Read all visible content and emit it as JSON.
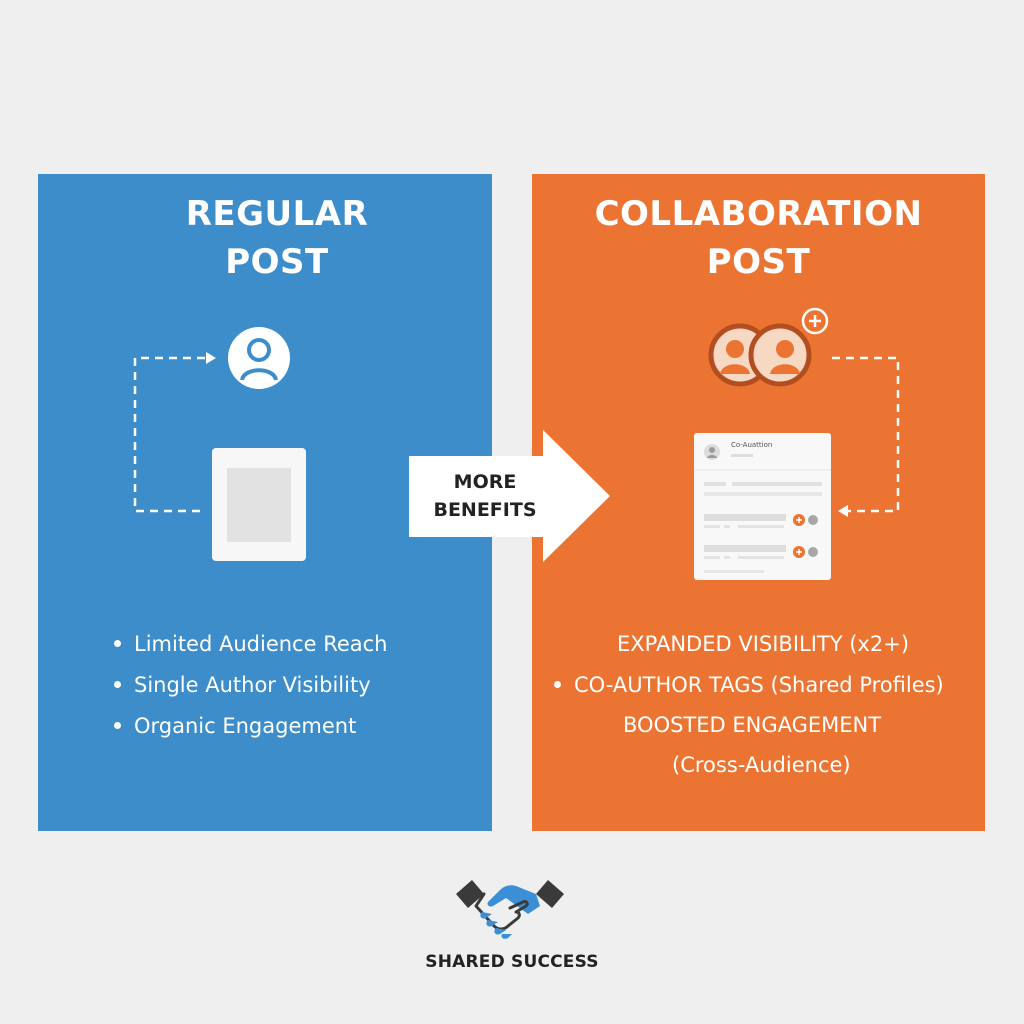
{
  "regular": {
    "title_line1": "REGULAR",
    "title_line2": "POST",
    "bullets": [
      "Limited Audience Reach",
      "Single Author Visibility",
      "Organic Engagement"
    ]
  },
  "collab": {
    "title_line1": "COLLABORATION",
    "title_line2": "POST",
    "card_title": "Co-Auattion",
    "benefits": [
      "EXPANDED VISIBILITY (x2+)",
      "CO-AUTHOR TAGS (Shared Profiles)",
      "BOOSTED ENGAGEMENT",
      "(Cross-Audience)"
    ]
  },
  "arrow": {
    "line1": "MORE",
    "line2": "BENEFITS"
  },
  "footer": {
    "label": "SHARED SUCCESS",
    "icon": "handshake-icon"
  },
  "colors": {
    "regular_panel": "#3d8dcb",
    "collab_panel": "#ec7432",
    "background": "#efefef"
  }
}
